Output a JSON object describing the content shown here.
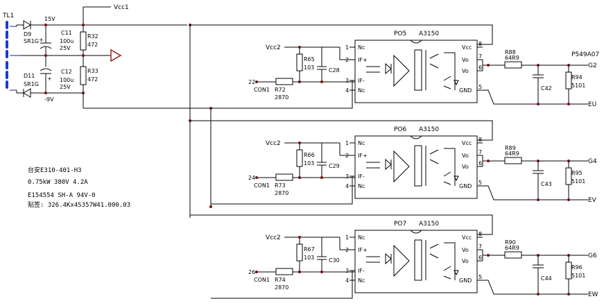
{
  "power": {
    "transformer": "TL1",
    "vcc1": "Vcc1",
    "v15": "15V",
    "vneg9": "-9V",
    "d9": {
      "ref": "D9",
      "part": "SR1G"
    },
    "d11": {
      "ref": "D11",
      "part": "SR1G"
    },
    "c11": {
      "ref": "C11",
      "val": "100u",
      "volt": "25V",
      "plus": "+"
    },
    "c12": {
      "ref": "C12",
      "val": "100u",
      "volt": "25V",
      "plus": "+"
    },
    "r32": {
      "ref": "R32",
      "val": "472"
    },
    "r33": {
      "ref": "R33",
      "val": "472"
    }
  },
  "channels": [
    {
      "u": "PO5",
      "chip": "A3150",
      "vcc2": "Vcc2",
      "r_in": {
        "ref": "R65",
        "val": "103"
      },
      "cap": "C28",
      "con": {
        "pin": "22",
        "name": "CON1"
      },
      "r_ser": {
        "ref": "R72",
        "val": "2870"
      },
      "r_out": {
        "ref": "R88",
        "val": "64R9"
      },
      "c_out": "C42",
      "r_pd": {
        "ref": "R94",
        "val": "5101"
      },
      "out": "G2",
      "ret": "EU",
      "extra": "P549A07"
    },
    {
      "u": "PO6",
      "chip": "A3150",
      "vcc2": "Vcc2",
      "r_in": {
        "ref": "R66",
        "val": "103"
      },
      "cap": "C29",
      "con": {
        "pin": "24",
        "name": "CON1"
      },
      "r_ser": {
        "ref": "R73",
        "val": "2870"
      },
      "r_out": {
        "ref": "R89",
        "val": "64R9"
      },
      "c_out": "C43",
      "r_pd": {
        "ref": "R95",
        "val": "5101"
      },
      "out": "G4",
      "ret": "EV",
      "extra": ""
    },
    {
      "u": "PO7",
      "chip": "A3150",
      "vcc2": "Vcc2",
      "r_in": {
        "ref": "R67",
        "val": "103"
      },
      "cap": "C30",
      "con": {
        "pin": "26",
        "name": "CON1"
      },
      "r_ser": {
        "ref": "R74",
        "val": "2870"
      },
      "r_out": {
        "ref": "R90",
        "val": "64R9"
      },
      "c_out": "C44",
      "r_pd": {
        "ref": "R96",
        "val": "5101"
      },
      "out": "G6",
      "ret": "EW",
      "extra": ""
    }
  ],
  "pins": {
    "p1": "1",
    "p2": "2",
    "p3": "3",
    "p4": "4",
    "p5": "5",
    "p6": "6",
    "p7": "7",
    "p8": "8",
    "nc": "Nc",
    "ifp": "IF+",
    "ifm": "IF-",
    "vcc": "Vcc",
    "vo": "Vo",
    "gnd": "GND"
  },
  "notes": [
    "台安E310-401-H3",
    "0.75kW 380V 4.2A",
    "E154554 SH-A 94V-0",
    "贴签: 326.4Kx4S357W41.000.03"
  ]
}
